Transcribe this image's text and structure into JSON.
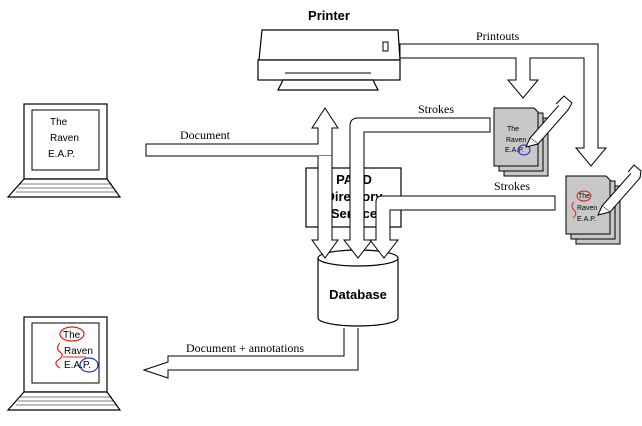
{
  "printer": {
    "label": "Printer"
  },
  "service": {
    "line1": "PADD",
    "line2": "Directory",
    "line3": "Service"
  },
  "database": {
    "label": "Database"
  },
  "edges": {
    "document": "Document",
    "printouts": "Printouts",
    "strokes_top": "Strokes",
    "strokes_right": "Strokes",
    "document_annotations": "Document + annotations"
  },
  "laptop_top": {
    "line1": "The",
    "line2": "Raven",
    "line3": "E.A.P."
  },
  "laptop_bottom": {
    "line1": "The",
    "line2": "Raven",
    "line3": "E.A.P."
  },
  "paper_a": {
    "line1": "The",
    "line2": "Raven",
    "line3": "E.A.P."
  },
  "paper_b": {
    "line1": "The",
    "line2": "Raven",
    "line3": "E.A.P."
  },
  "colors": {
    "annotation_red": "#e0201a",
    "annotation_blue": "#2030c8",
    "paper_gray": "#c8c8c8"
  }
}
